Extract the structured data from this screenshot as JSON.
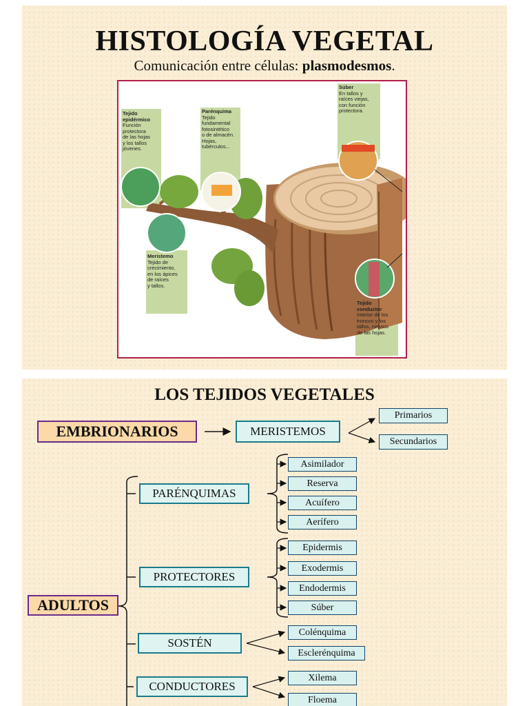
{
  "slide1": {
    "title": "HISTOLOGÍA VEGETAL",
    "subtitle_prefix": "Comunicación entre células: ",
    "subtitle_bold": "plasmodesmos",
    "subtitle_suffix": ".",
    "labels": {
      "epidermico": {
        "title": "Tejido epidérmico",
        "lines": [
          "Función",
          "protectora",
          "de las hojas",
          "y los tallos",
          "jóvenes."
        ]
      },
      "parenquima": {
        "title": "Parénquima",
        "lines": [
          "Tejido",
          "fundamental",
          "fotosintético",
          "o de almacén.",
          "Hojas,",
          "tubérculos..."
        ]
      },
      "suber": {
        "title": "Súber",
        "lines": [
          "En tallos y",
          "raíces viejas,",
          "con función",
          "protectora."
        ]
      },
      "meristemo": {
        "title": "Meristemo",
        "lines": [
          "Tejido de",
          "crecimiento,",
          "en los ápices",
          "de raíces",
          "y tallos."
        ]
      },
      "conductor": {
        "title": "Tejido conductor",
        "lines": [
          "Interior de los",
          "troncos y los",
          "tallos, nervios",
          "de las hojas."
        ]
      }
    }
  },
  "slide2": {
    "title": "LOS TEJIDOS VEGETALES",
    "embrionarios": "EMBRIONARIOS",
    "meristemos": "MERISTEMOS",
    "primarios": "Primarios",
    "secundarios": "Secundarios",
    "adultos": "ADULTOS",
    "parenquimas": "PARÉNQUIMAS",
    "parenquimas_items": [
      "Asimilador",
      "Reserva",
      "Acuífero",
      "Aerífero"
    ],
    "protectores": "PROTECTORES",
    "protectores_items": [
      "Epidermis",
      "Exodermis",
      "Endodermis",
      "Súber"
    ],
    "sosten": "SOSTÉN",
    "sosten_items": [
      "Colénquima",
      "Esclerénquima"
    ],
    "conductores": "CONDUCTORES",
    "conductores_items": [
      "Xilema",
      "Floema"
    ]
  }
}
